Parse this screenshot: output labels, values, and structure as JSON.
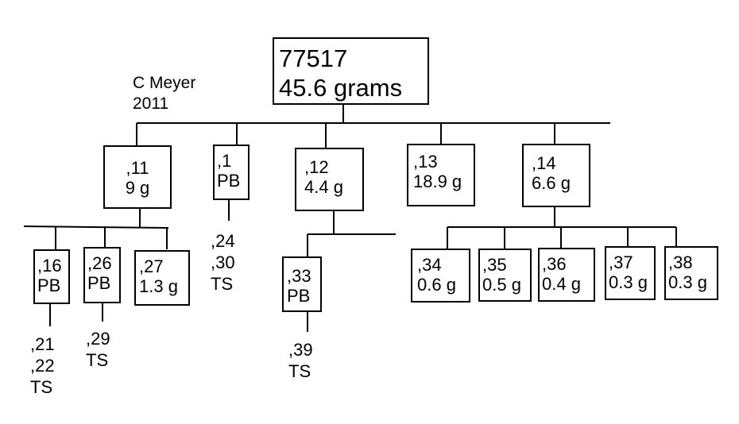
{
  "author": {
    "name": "C Meyer",
    "year": "2011"
  },
  "root": {
    "id": "77517",
    "weight": "45.6 grams"
  },
  "nodes": {
    "n11": {
      "id": ",11",
      "value": "9 g"
    },
    "n1": {
      "id": ",1",
      "value": "PB"
    },
    "n12": {
      "id": ",12",
      "value": "4.4 g"
    },
    "n13": {
      "id": ",13",
      "value": "18.9 g"
    },
    "n14": {
      "id": ",14",
      "value": "6.6 g"
    },
    "n16": {
      "id": ",16",
      "value": "PB"
    },
    "n26": {
      "id": ",26",
      "value": "PB"
    },
    "n27": {
      "id": ",27",
      "value": "1.3 g"
    },
    "n33": {
      "id": ",33",
      "value": "PB"
    },
    "n34": {
      "id": ",34",
      "value": "0.6 g"
    },
    "n35": {
      "id": ",35",
      "value": "0.5 g"
    },
    "n36": {
      "id": ",36",
      "value": "0.4 g"
    },
    "n37": {
      "id": ",37",
      "value": "0.3 g"
    },
    "n38": {
      "id": ",38",
      "value": "0.3 g"
    }
  },
  "leaves": {
    "under1": [
      ",24",
      ",30",
      "TS"
    ],
    "under16": [
      ",21",
      ",22",
      "TS"
    ],
    "under26": [
      ",29",
      "TS"
    ],
    "under33": [
      ",39",
      "TS"
    ]
  }
}
